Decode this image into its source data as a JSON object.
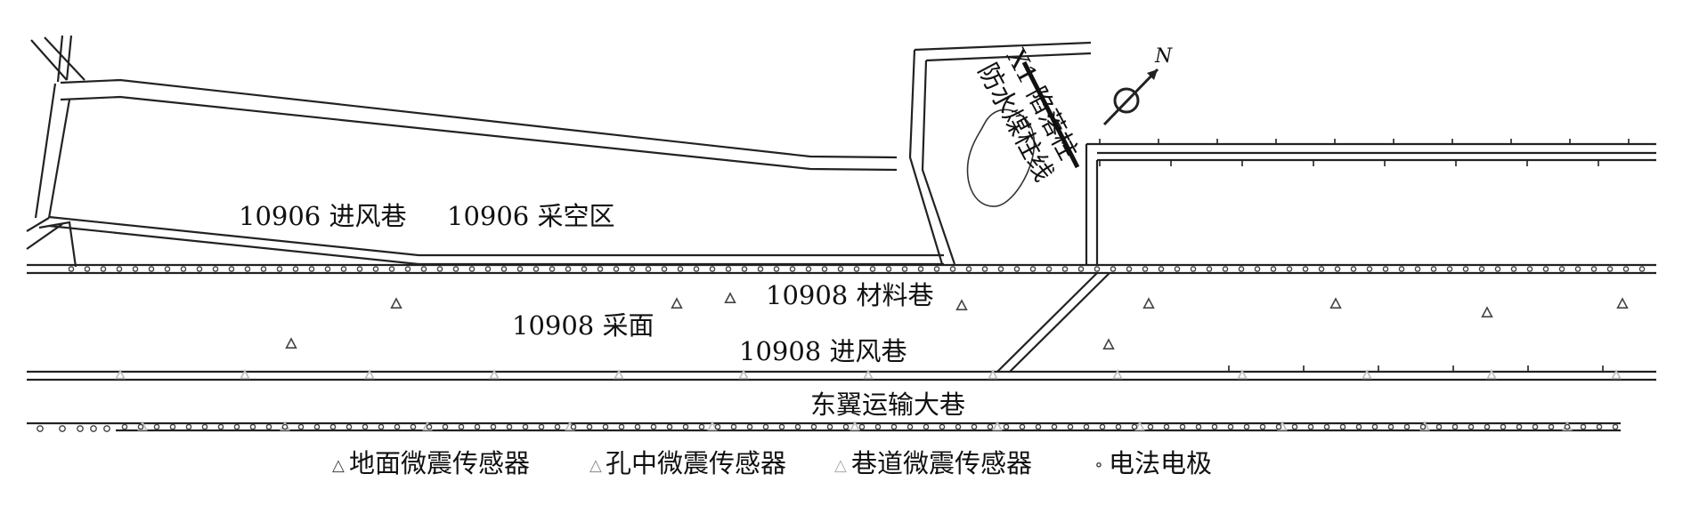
{
  "diagram": {
    "labels": {
      "intake_10906": "10906 进风巷",
      "goaf_10906": "10906 采空区",
      "material_10908": "10908 材料巷",
      "face_10908": "10908 采面",
      "intake_10908": "10908 进风巷",
      "haulage": "东翼运输大巷",
      "collapse_column": "X1 陷落柱",
      "pillar_line": "防水煤柱线",
      "north": "N"
    },
    "legend": [
      {
        "symbol": "△",
        "label": "地面微震传感器"
      },
      {
        "symbol": "△",
        "label": "孔中微震传感器"
      },
      {
        "symbol": "△",
        "label": "巷道微震传感器"
      },
      {
        "symbol": "∘",
        "label": "电法电极"
      }
    ],
    "colors": {
      "line": "#222222",
      "surface_sensor": "#444444",
      "borehole_sensor": "#888888",
      "roadway_sensor": "#bbbbbb",
      "electrode": "#444444"
    }
  }
}
